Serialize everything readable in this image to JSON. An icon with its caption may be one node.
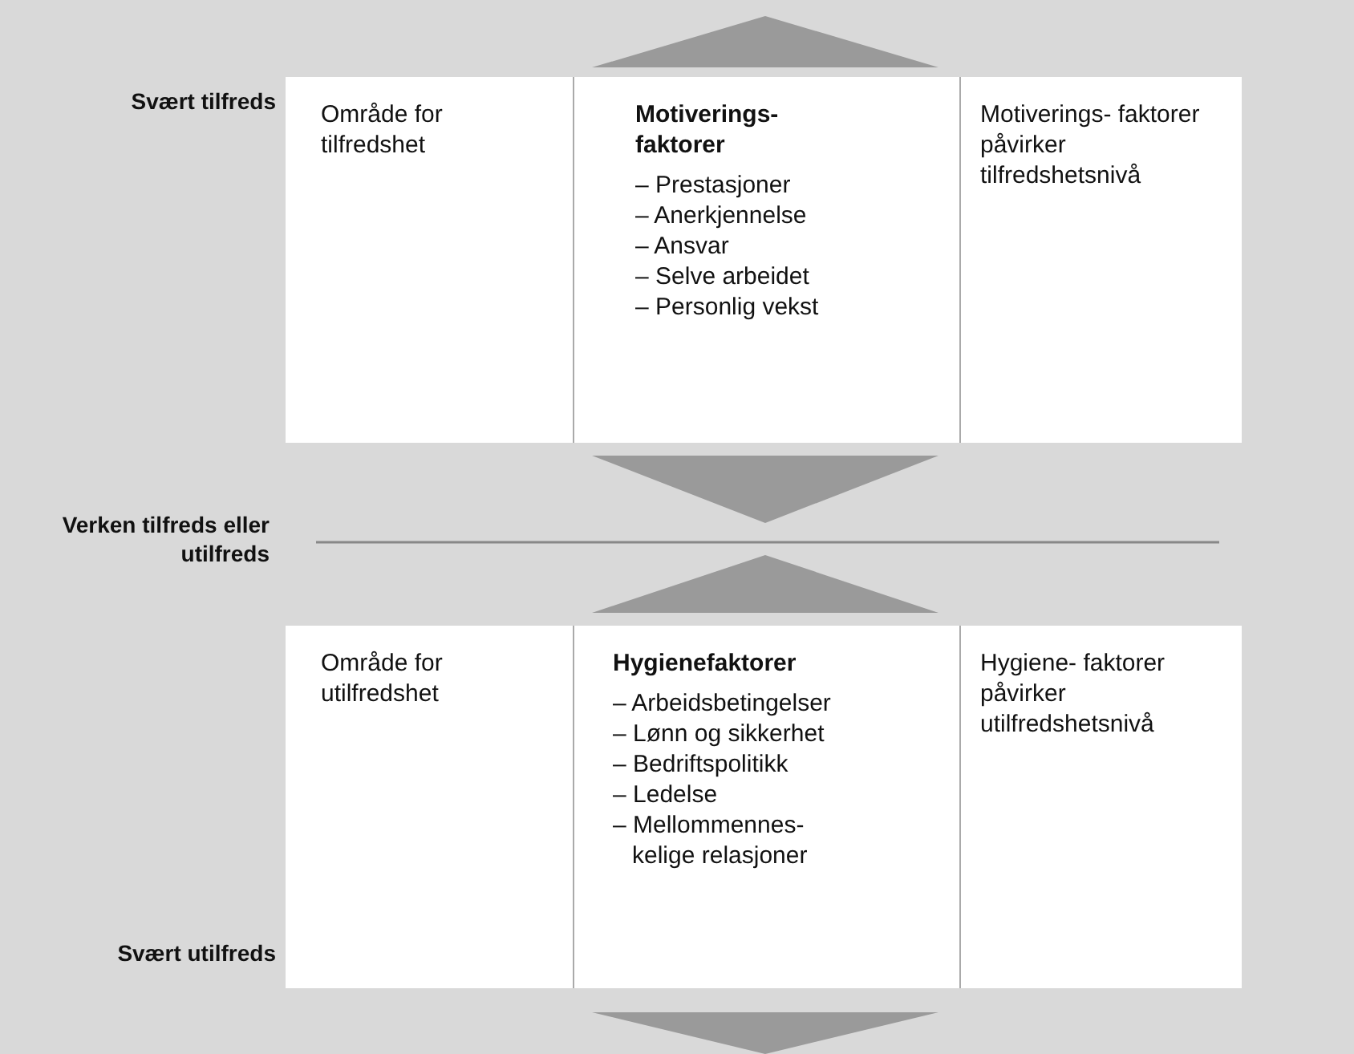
{
  "diagram": {
    "nodes": [
      {
        "text": [
          "Område for tilfredshet"
        ]
      },
      {
        "text": [
          "Motiverings- faktorer",
          "– Prestasjoner",
          "– Anerkjennelse",
          "– Ansvar",
          "– Selve arbeidet",
          "– Personlig vekst"
        ]
      },
      {
        "text": [
          "Motiverings- faktorer påvirker tilfredshetsnivå"
        ]
      },
      {
        "text": [
          "Område for utilfredshet"
        ]
      },
      {
        "text": [
          "Hygienefaktorer",
          "– Arbeidsbetingelser",
          "– Lønn og sikkerhet",
          "– Bedriftspolitikk",
          "– Ledelse",
          "– Mellommennes- kelige relasjoner"
        ]
      },
      {
        "text": [
          "Hygiene- faktorer påvirker utilfredshetsnivå"
        ]
      }
    ],
    "labels": [
      "Svært tilfreds",
      "Verken tilfreds eller utilfreds",
      "Svært utilfreds"
    ]
  }
}
